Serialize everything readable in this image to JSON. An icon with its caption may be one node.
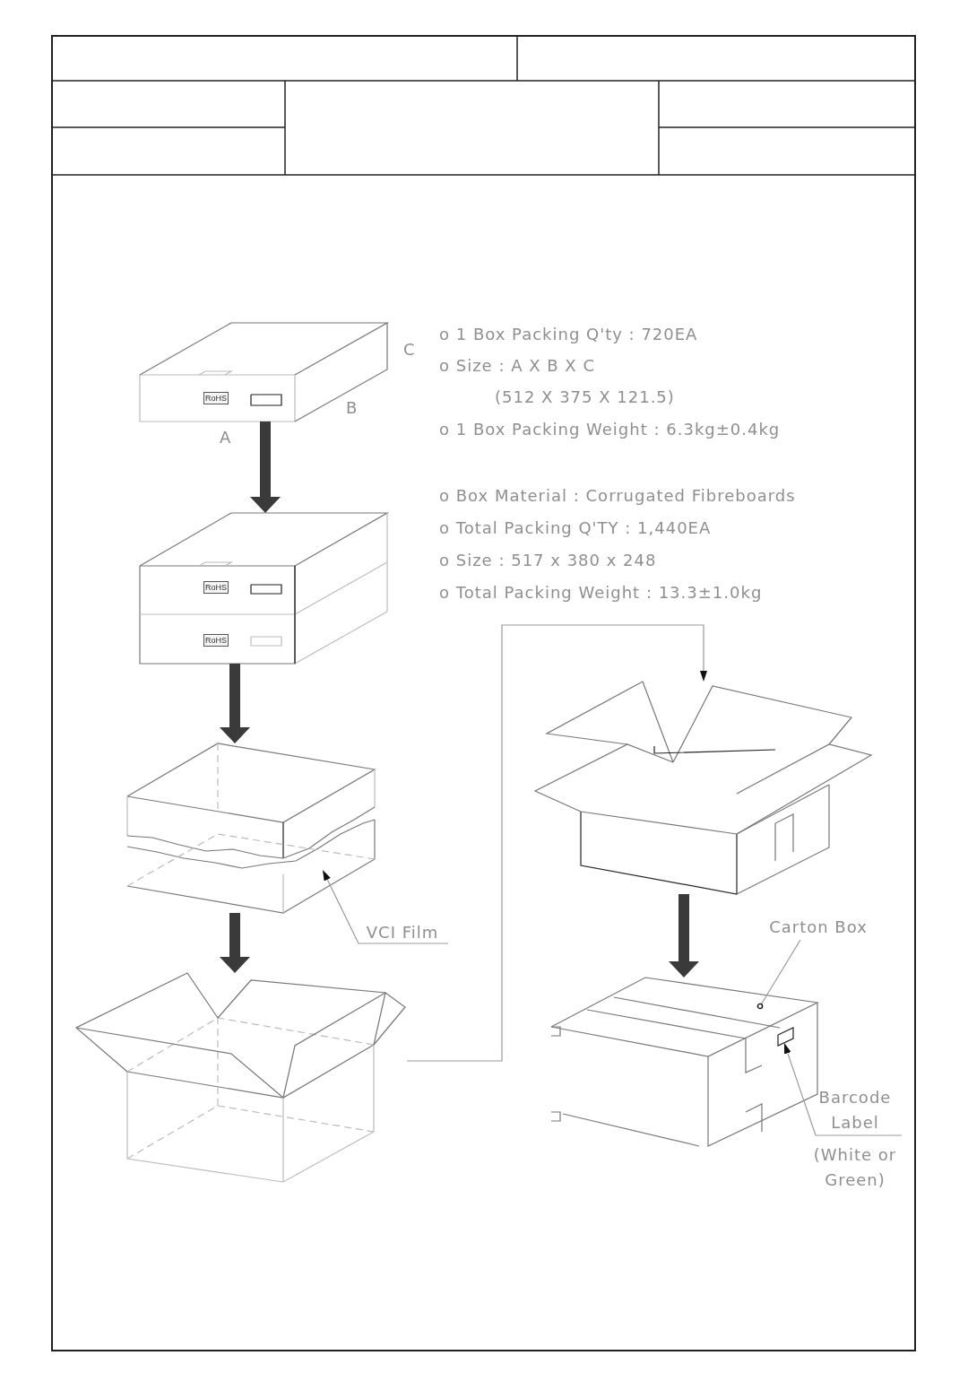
{
  "diagram": {
    "nodes": [
      {
        "text": [],
        "shape": "box"
      },
      {
        "text": [],
        "shape": "box"
      },
      {
        "text": [],
        "shape": "box"
      },
      {
        "text": [],
        "shape": "box"
      },
      {
        "text": [],
        "shape": "box"
      },
      {
        "text": [],
        "shape": "box"
      },
      {
        "text": [
          "VCI Film"
        ]
      },
      {
        "text": [
          "Carton Box"
        ]
      },
      {
        "text": [
          "Barcode Label",
          "(White or Green)"
        ]
      }
    ],
    "edges": [
      {
        "from": 0,
        "to": 1,
        "arrow": "to",
        "style": "thick"
      },
      {
        "from": 1,
        "to": 2,
        "arrow": "to",
        "style": "thick"
      },
      {
        "from": 2,
        "to": 3,
        "arrow": "to",
        "style": "thick"
      },
      {
        "from": 3,
        "to": 4,
        "arrow": "to",
        "color": "#999999"
      },
      {
        "from": 4,
        "to": 5,
        "arrow": "to",
        "style": "thick"
      },
      {
        "from": 6,
        "to": 2,
        "arrow": "to",
        "color": "#999999"
      },
      {
        "from": 7,
        "to": 5,
        "arrow": "other",
        "color": "#999999"
      },
      {
        "from": 8,
        "to": 5,
        "arrow": "to",
        "color": "#999999"
      }
    ],
    "labels": [
      "C",
      "RoHS",
      "B",
      "A",
      "o 1 Box Packing Q'ty : 720EA",
      "o Size : A X B X C",
      "(512 X 375 X 121.5)",
      "o 1 Box Packing Weight : 6.3kg±0.4kg",
      "o Box Material : Corrugated Fibreboards",
      "o Total Packing Q'TY : 1,440EA",
      "o Size : 517 x 380 x 248",
      "o Total Packing Weight : 13.3±1.0kg",
      "RoHS",
      "RoHS"
    ]
  }
}
